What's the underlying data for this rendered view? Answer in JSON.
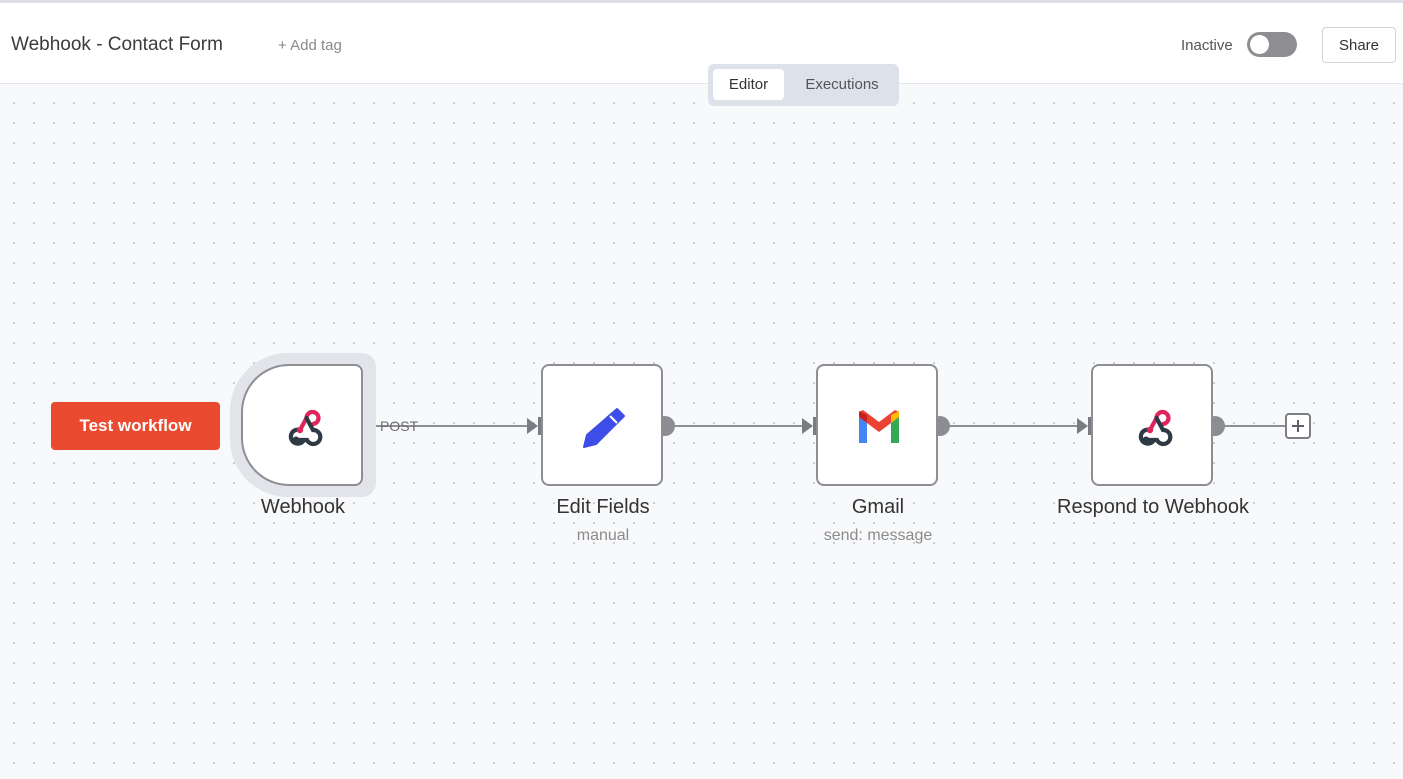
{
  "header": {
    "workflow_title": "Webhook - Contact Form",
    "add_tag_label": "+ Add tag",
    "status_label": "Inactive",
    "share_label": "Share"
  },
  "tabs": [
    {
      "label": "Editor",
      "active": true
    },
    {
      "label": "Executions",
      "active": false
    }
  ],
  "canvas": {
    "test_button_label": "Test workflow",
    "nodes": [
      {
        "label": "Webhook",
        "subtitle": "",
        "icon": "webhook-icon"
      },
      {
        "label": "Edit Fields",
        "subtitle": "manual",
        "icon": "pencil-icon"
      },
      {
        "label": "Gmail",
        "subtitle": "send: message",
        "icon": "gmail-icon"
      },
      {
        "label": "Respond to Webhook",
        "subtitle": "",
        "icon": "webhook-icon"
      }
    ],
    "edge_label": "POST"
  },
  "colors": {
    "accent": "#ea4b30",
    "webhook_pink": "#e0245e",
    "pencil_blue": "#3d4ee8",
    "toggle_off": "#8e8e92"
  }
}
